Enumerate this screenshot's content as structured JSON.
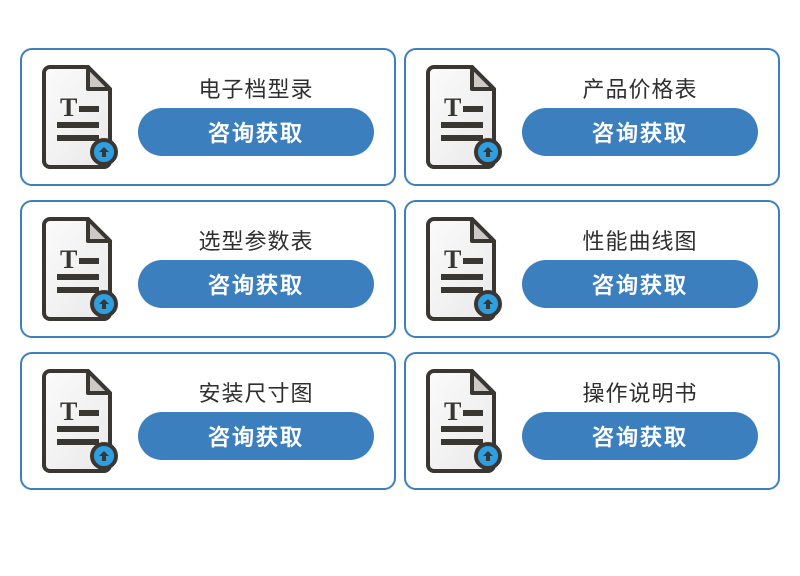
{
  "page": {
    "background_color": "#ffffff",
    "accent_color": "#3c7fbf",
    "title_color": "#2f2f2f",
    "button_text_color": "#ffffff"
  },
  "cards": [
    {
      "title": "电子档型录",
      "button_label": "咨询获取",
      "icon": "document-download-icon"
    },
    {
      "title": "产品价格表",
      "button_label": "咨询获取",
      "icon": "document-download-icon"
    },
    {
      "title": "选型参数表",
      "button_label": "咨询获取",
      "icon": "document-download-icon"
    },
    {
      "title": "性能曲线图",
      "button_label": "咨询获取",
      "icon": "document-download-icon"
    },
    {
      "title": "安装尺寸图",
      "button_label": "咨询获取",
      "icon": "document-download-icon"
    },
    {
      "title": "操作说明书",
      "button_label": "咨询获取",
      "icon": "document-download-icon"
    }
  ]
}
